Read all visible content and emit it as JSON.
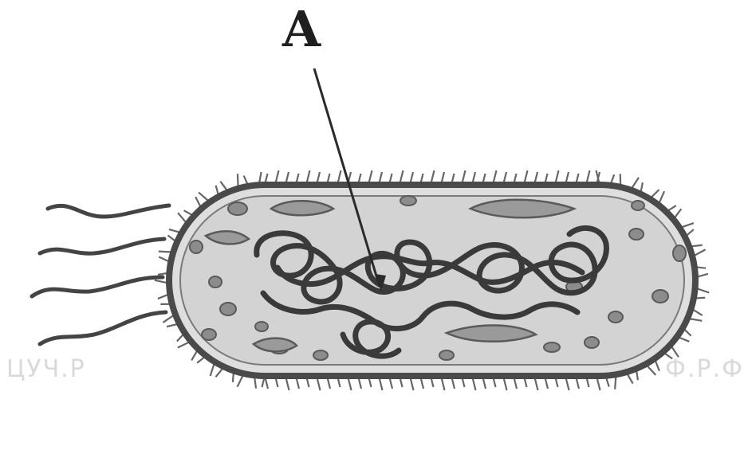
{
  "diagram": {
    "label": "A",
    "watermark_left": "ЦУЧ.Р",
    "watermark_right": "Ф.Р.Ф"
  }
}
